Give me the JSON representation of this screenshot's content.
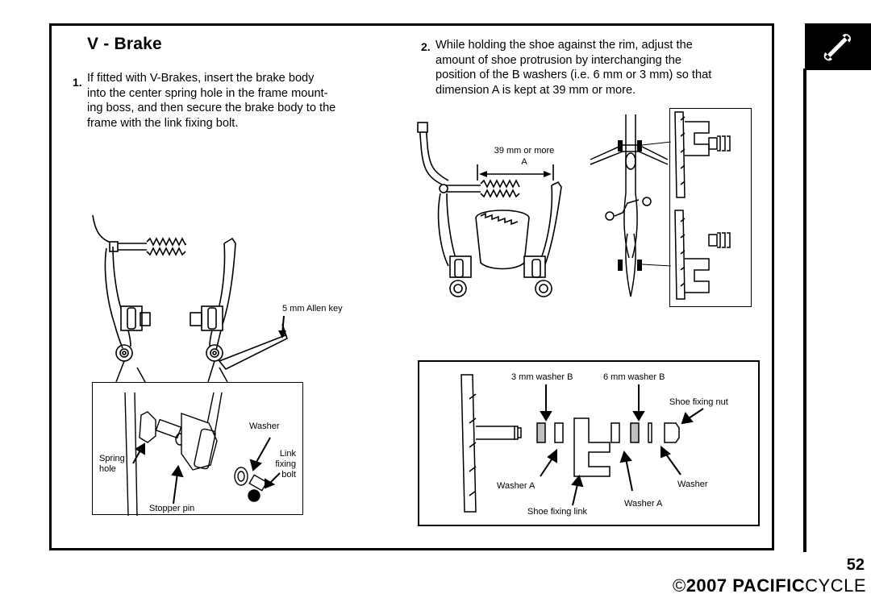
{
  "section_title": "V - Brake",
  "steps": [
    {
      "number": "1.",
      "text": "If fitted with V-Brakes, insert the brake body into the center spring hole in the frame mounting boss, and then secure the brake body to the frame with the link fixing bolt."
    },
    {
      "number": "2.",
      "text": "While holding the shoe against the rim, adjust the amount of shoe protrusion by interchanging the position of the B washers (i.e. 6 mm or 3 mm) so that dimension A is kept at 39 mm or more."
    }
  ],
  "step1_text_lines": [
    "If fitted with V-Brakes, insert the brake body",
    "into the center spring hole in the frame mount-",
    "ing boss, and then secure the brake body to the",
    "frame with the link fixing bolt."
  ],
  "step2_text_lines": [
    "While holding the shoe against the rim, adjust the",
    "amount of shoe protrusion by interchanging the",
    "position of the B washers (i.e. 6 mm or 3 mm) so that",
    "dimension A is kept at 39 mm or more."
  ],
  "figure1_labels": {
    "allen_key": "5 mm Allen key",
    "washer": "Washer",
    "link_fixing_bolt": [
      "Link",
      "fixing",
      "bolt"
    ],
    "spring_hole": [
      "Spring",
      "hole"
    ],
    "stopper_pin": "Stopper pin"
  },
  "figure2_labels": {
    "dimension": "39 mm or more",
    "dimension_letter": "A"
  },
  "washer_labels": {
    "washer_b_3mm": "3 mm washer B",
    "washer_b_6mm": "6 mm washer B",
    "shoe_fixing_nut": "Shoe fixing nut",
    "washer_a_left": "Washer A",
    "washer_a_right": "Washer A",
    "washer": "Washer",
    "shoe_fixing_link": "Shoe fixing link"
  },
  "page_number": "52",
  "footer": {
    "copyright_symbol": "©",
    "year": "2007",
    "brand_bold": "PACIFIC",
    "brand_regular": "CYCLE"
  },
  "icons": [
    "wrench-icon"
  ]
}
